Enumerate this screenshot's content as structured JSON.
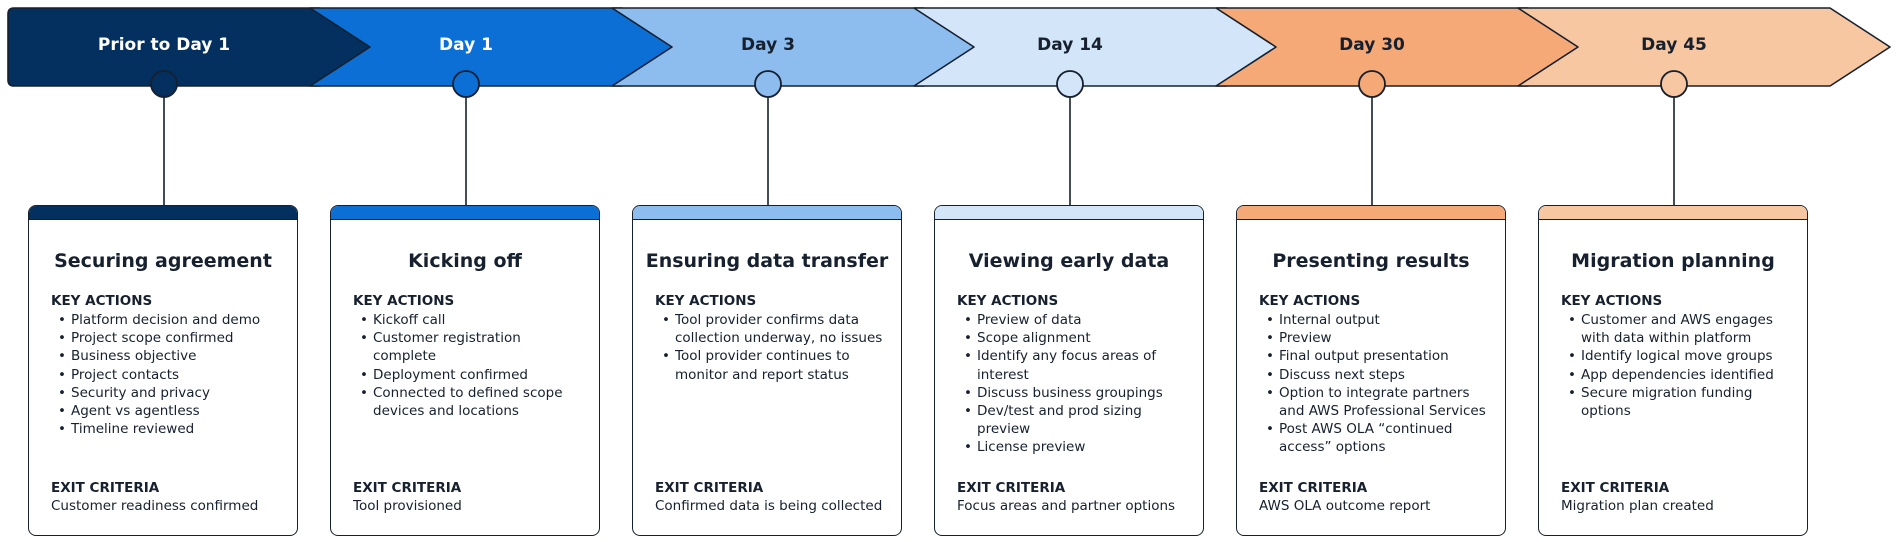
{
  "stages": [
    {
      "label": "Prior to Day 1",
      "title": "Securing agreement",
      "actions_heading": "KEY ACTIONS",
      "actions": [
        "Platform decision and demo",
        "Project scope confirmed",
        "Business objective",
        "Project contacts",
        "Security and privacy",
        "Agent vs agentless",
        "Timeline reviewed"
      ],
      "exit_heading": "EXIT CRITERIA",
      "exit": "Customer readiness confirmed",
      "color": "#03305e",
      "text_color": "#ffffff"
    },
    {
      "label": "Day 1",
      "title": "Kicking off",
      "actions_heading": "KEY ACTIONS",
      "actions": [
        "Kickoff call",
        "Customer registration complete",
        "Deployment confirmed",
        "Connected to defined scope devices and locations"
      ],
      "exit_heading": "EXIT CRITERIA",
      "exit": "Tool provisioned",
      "color": "#0b6fd6",
      "text_color": "#ffffff"
    },
    {
      "label": "Day 3",
      "title": "Ensuring data transfer",
      "actions_heading": "KEY ACTIONS",
      "actions": [
        "Tool provider confirms data collection underway, no issues",
        "Tool provider continues to monitor and report status"
      ],
      "exit_heading": "EXIT CRITERIA",
      "exit": "Confirmed data is being collected",
      "color": "#8dbcef",
      "text_color": "#16202e"
    },
    {
      "label": "Day 14",
      "title": "Viewing early data",
      "actions_heading": "KEY ACTIONS",
      "actions": [
        "Preview of data",
        "Scope alignment",
        "Identify any focus areas of interest",
        "Discuss business groupings",
        "Dev/test and prod sizing preview",
        "License preview"
      ],
      "exit_heading": "EXIT CRITERIA",
      "exit": "Focus areas and partner options",
      "color": "#d3e6f9",
      "text_color": "#16202e"
    },
    {
      "label": "Day 30",
      "title": "Presenting  results",
      "actions_heading": "KEY ACTIONS",
      "actions": [
        "Internal output",
        "Preview",
        "Final output presentation",
        "Discuss next steps",
        "Option to integrate partners and AWS Professional Services",
        "Post AWS OLA “continued access” options"
      ],
      "exit_heading": "EXIT CRITERIA",
      "exit": "AWS OLA outcome report",
      "color": "#f5a977",
      "text_color": "#16202e"
    },
    {
      "label": "Day 45",
      "title": "Migration planning",
      "actions_heading": "KEY ACTIONS",
      "actions": [
        "Customer and AWS engages with data within platform",
        "Identify logical move groups",
        "App dependencies identified",
        "Secure migration funding options"
      ],
      "exit_heading": "EXIT CRITERIA",
      "exit": "Migration plan created",
      "color": "#f7c7a1",
      "text_color": "#16202e"
    }
  ]
}
